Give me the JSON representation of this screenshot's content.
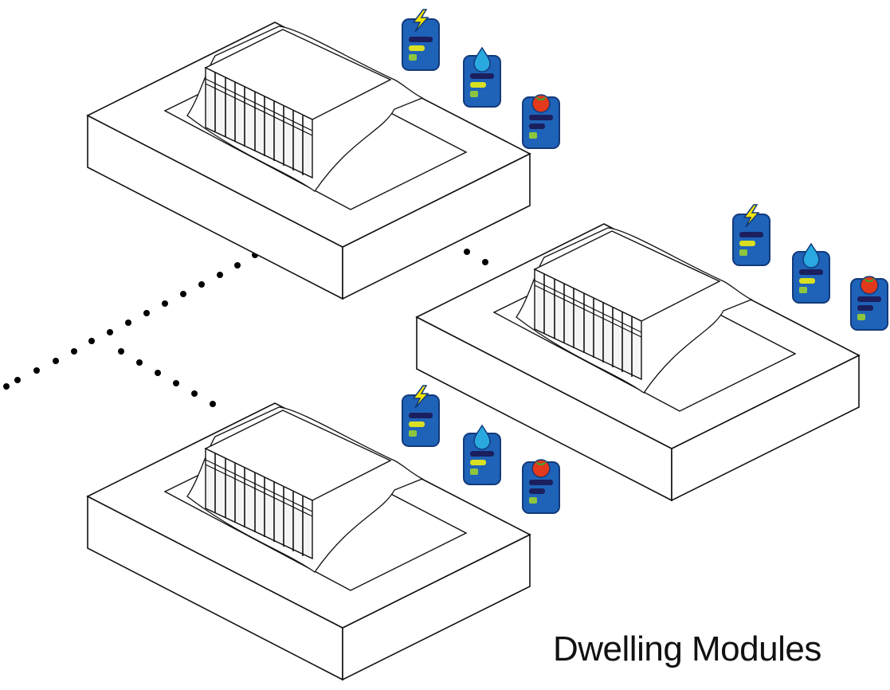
{
  "caption": "Dwelling Modules",
  "modules": [
    {
      "name": "dwelling-module-top-left",
      "meters": [
        "energy",
        "water",
        "food"
      ]
    },
    {
      "name": "dwelling-module-right",
      "meters": [
        "energy",
        "water",
        "food"
      ]
    },
    {
      "name": "dwelling-module-bottom-left",
      "meters": [
        "energy",
        "water",
        "food"
      ]
    }
  ],
  "meter_icons": {
    "energy": "lightning-icon",
    "water": "water-drop-icon",
    "food": "tomato-icon"
  },
  "colors": {
    "card_fill": "#1f63b8",
    "card_stroke": "#123a7a",
    "bar_dark": "#1b1f5e",
    "bar_yellow": "#d9e021",
    "bar_green": "#8cc63f",
    "lightning": "#f5e400",
    "water": "#29a9e0",
    "tomato": "#e2381b",
    "line": "#111111"
  }
}
